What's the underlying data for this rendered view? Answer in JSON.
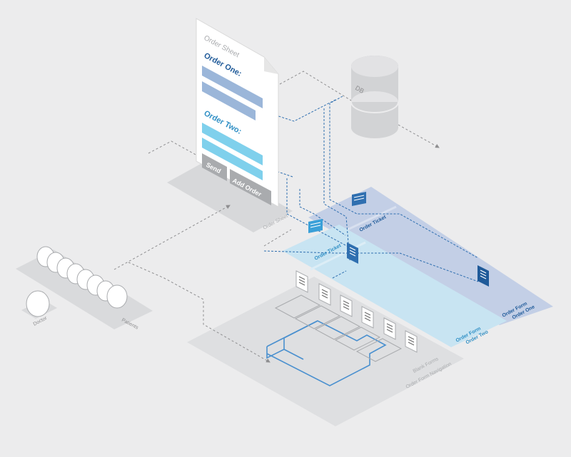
{
  "order_sheet": {
    "header": "Order Sheet",
    "section_one": "Order One:",
    "section_two": "Order Two:",
    "send_button": "Send",
    "add_order_button": "Add Order",
    "platform_label": "Order Sheet"
  },
  "database": {
    "label": "DB"
  },
  "actors": {
    "doctor": "Doctor",
    "patients": "Patients"
  },
  "panels": {
    "order_form_one": "Order Form\nOrder One",
    "order_form_two": "Order Form\nOrder Two",
    "order_ticket": "Order Ticket",
    "blank_forms": "Blank Forms",
    "order_form_navigation": "Order Form Navigation"
  },
  "colors": {
    "background": "#ececed",
    "navy_panel": "#c3cfe6",
    "sky_panel": "#c8e4f2",
    "order_one_field": "#9bb6d9",
    "order_two_field": "#7fd0ec",
    "button_grey": "#a9abae",
    "navy_text": "#1f5a99",
    "sky_text": "#2f8fc5"
  },
  "icons": [
    "database-icon",
    "form-card-icon",
    "ticket-icon",
    "doctor-icon",
    "patient-icon"
  ]
}
